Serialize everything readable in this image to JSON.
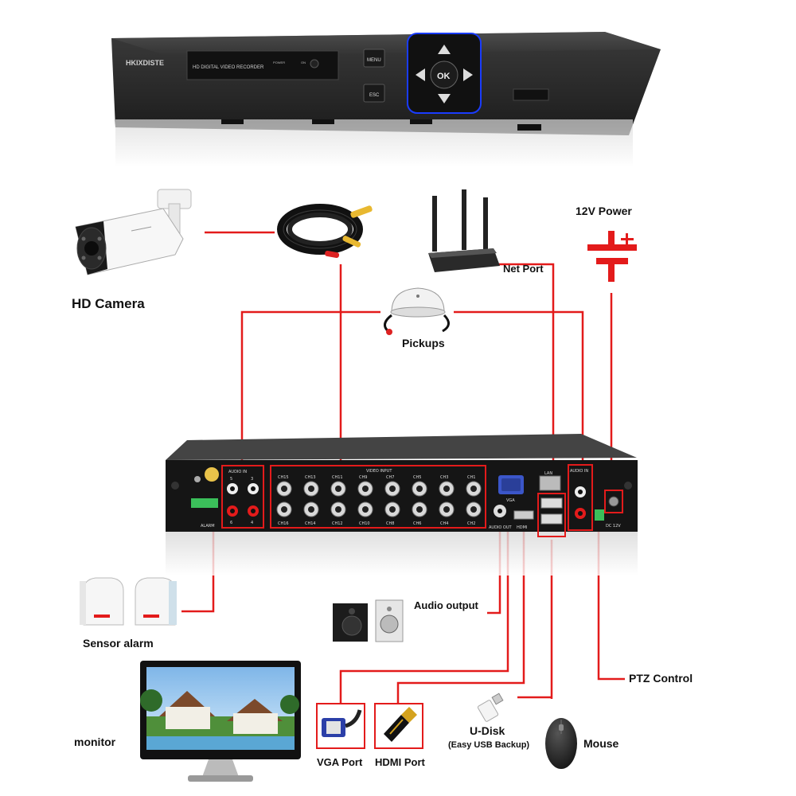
{
  "front_panel": {
    "brand": "HKIXDISTE",
    "model_text": "HD DIGITAL VIDEO RECORDER",
    "power_text": "POWER",
    "on_text": "ON",
    "menu_label": "MENU",
    "esc_label": "ESC",
    "ok_label": "OK"
  },
  "labels": {
    "hd_camera": "HD Camera",
    "power_12v": "12V Power",
    "net_port": "Net Port",
    "pickups": "Pickups",
    "sensor_alarm": "Sensor alarm",
    "audio_output": "Audio output",
    "ptz_control": "PTZ Control",
    "monitor": "monitor",
    "vga_port": "VGA Port",
    "hdmi_port": "HDMI Port",
    "u_disk": "U-Disk",
    "u_disk_sub": "(Easy USB Backup)",
    "mouse": "Mouse"
  },
  "rear_panel": {
    "audio_in_left": "AUDIO IN",
    "video_input": "VIDEO INPUT",
    "audio_in_right": "AUDIO IN",
    "alarm": "ALARM",
    "vga": "VGA",
    "audio_out": "AUDIO OUT",
    "hdmi": "HDMI",
    "lan": "LAN",
    "dc12v": "DC 12V",
    "audio_nums_top": [
      "5",
      "3"
    ],
    "audio_nums_bottom": [
      "6",
      "4"
    ],
    "ch_top": [
      "CH15",
      "CH13",
      "CH11",
      "CH9",
      "CH7",
      "CH5",
      "CH3",
      "CH1"
    ],
    "ch_bottom": [
      "CH16",
      "CH14",
      "CH12",
      "CH10",
      "CH8",
      "CH6",
      "CH4",
      "CH2"
    ]
  },
  "colors": {
    "wire": "#e31b1b",
    "dvr_body": "#2b2b2b",
    "accent_blue": "#1a3cff"
  },
  "icons": [
    "camera-icon",
    "cable-coil-icon",
    "router-icon",
    "power-symbol-icon",
    "microphone-icon",
    "sensor-icon",
    "speaker-icon",
    "monitor-icon",
    "vga-plug-icon",
    "hdmi-plug-icon",
    "usb-drive-icon",
    "mouse-icon"
  ]
}
